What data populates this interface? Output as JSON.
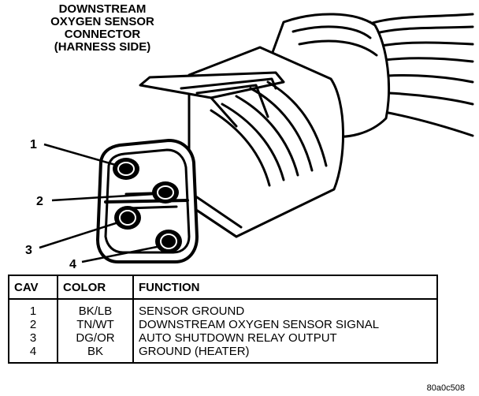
{
  "title": {
    "lines": [
      "DOWNSTREAM",
      "OXYGEN SENSOR",
      "CONNECTOR",
      "(HARNESS SIDE)"
    ]
  },
  "callouts": [
    "1",
    "2",
    "3",
    "4"
  ],
  "table": {
    "headers": {
      "cav": "CAV",
      "color": "COLOR",
      "function": "FUNCTION"
    },
    "rows": [
      {
        "cav": "1",
        "color": "BK/LB",
        "function": "SENSOR GROUND"
      },
      {
        "cav": "2",
        "color": "TN/WT",
        "function": "DOWNSTREAM OXYGEN SENSOR SIGNAL"
      },
      {
        "cav": "3",
        "color": "DG/OR",
        "function": "AUTO SHUTDOWN RELAY OUTPUT"
      },
      {
        "cav": "4",
        "color": "BK",
        "function": "GROUND (HEATER)"
      }
    ]
  },
  "figure_id": "80a0c508"
}
